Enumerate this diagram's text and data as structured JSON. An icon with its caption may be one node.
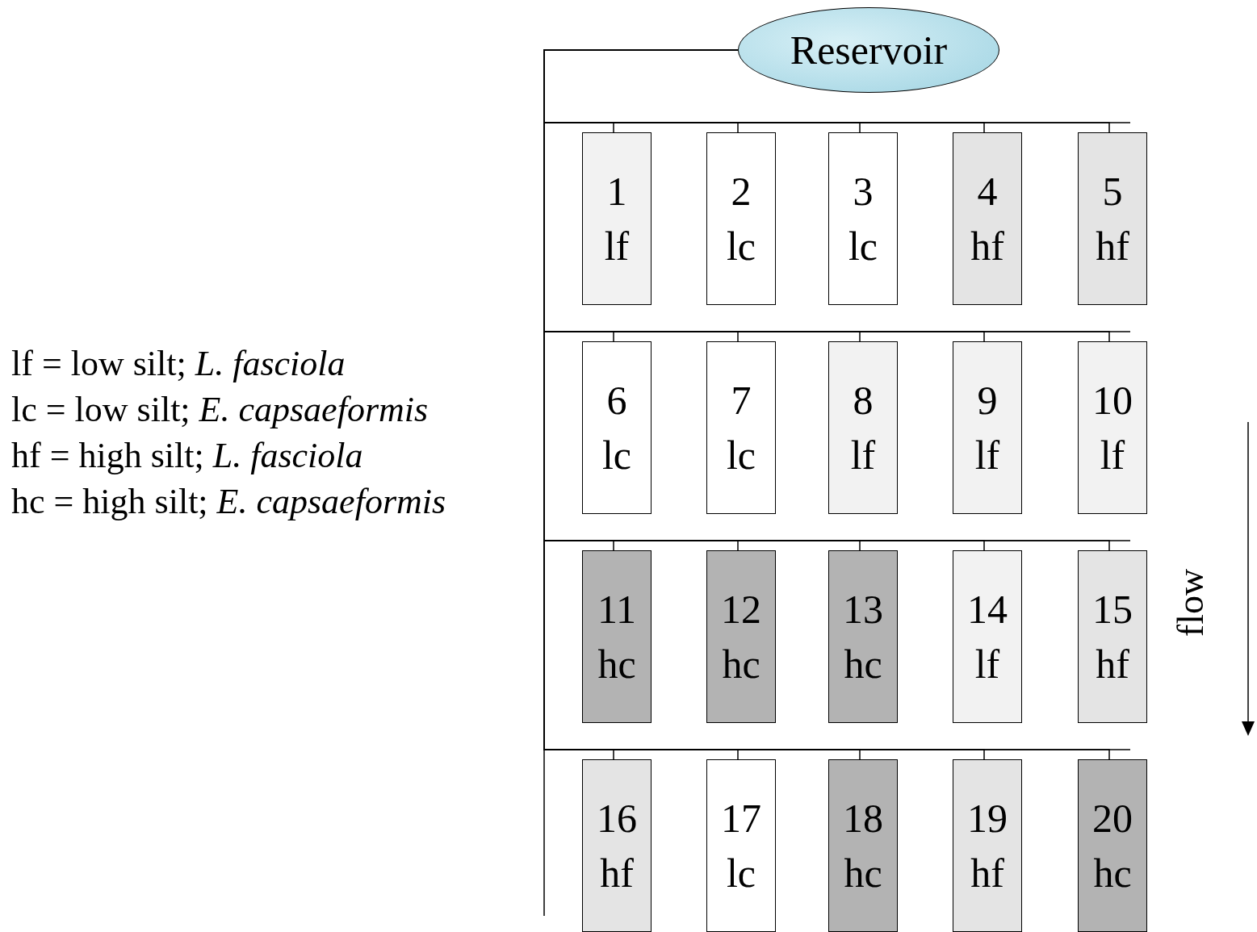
{
  "diagram": {
    "nodes": [
      {
        "text": [
          "Reservoir"
        ]
      },
      {
        "text": [
          "1",
          "lf"
        ]
      },
      {
        "text": [
          "2",
          "lc"
        ]
      },
      {
        "text": [
          "3",
          "lc"
        ]
      },
      {
        "text": [
          "4",
          "hf"
        ]
      },
      {
        "text": [
          "5",
          "hf"
        ]
      },
      {
        "text": [
          "6",
          "lc"
        ]
      },
      {
        "text": [
          "7",
          "lc"
        ]
      },
      {
        "text": [
          "8",
          "lf"
        ]
      },
      {
        "text": [
          "9",
          "lf"
        ]
      },
      {
        "text": [
          "10",
          "lf"
        ]
      },
      {
        "text": [
          "11",
          "hc"
        ]
      },
      {
        "text": [
          "12",
          "hc"
        ]
      },
      {
        "text": [
          "13",
          "hc"
        ]
      },
      {
        "text": [
          "14",
          "lf"
        ]
      },
      {
        "text": [
          "15",
          "hf"
        ]
      },
      {
        "text": [
          "16",
          "hf"
        ]
      },
      {
        "text": [
          "17",
          "lc"
        ]
      },
      {
        "text": [
          "18",
          "hc"
        ]
      },
      {
        "text": [
          "19",
          "hf"
        ]
      },
      {
        "text": [
          "20",
          "hc"
        ]
      }
    ],
    "edges": [
      {
        "from": 0,
        "to": 1,
        "arrow": "none"
      },
      {
        "from": 0,
        "to": 2,
        "arrow": "none"
      },
      {
        "from": 0,
        "to": 3,
        "arrow": "none"
      },
      {
        "from": 0,
        "to": 4,
        "arrow": "none"
      },
      {
        "from": 0,
        "to": 5,
        "arrow": "none"
      },
      {
        "from": 0,
        "to": 6,
        "arrow": "none"
      },
      {
        "from": 0,
        "to": 7,
        "arrow": "none"
      },
      {
        "from": 0,
        "to": 8,
        "arrow": "none"
      },
      {
        "from": 0,
        "to": 9,
        "arrow": "none"
      },
      {
        "from": 0,
        "to": 10,
        "arrow": "none"
      },
      {
        "from": 0,
        "to": 11,
        "arrow": "none"
      },
      {
        "from": 0,
        "to": 12,
        "arrow": "none"
      },
      {
        "from": 0,
        "to": 13,
        "arrow": "none"
      },
      {
        "from": 0,
        "to": 14,
        "arrow": "none"
      },
      {
        "from": 0,
        "to": 15,
        "arrow": "none"
      },
      {
        "from": 0,
        "to": 16,
        "arrow": "none"
      },
      {
        "from": 0,
        "to": 17,
        "arrow": "none"
      },
      {
        "from": 0,
        "to": 18,
        "arrow": "none"
      },
      {
        "from": 0,
        "to": 19,
        "arrow": "none"
      },
      {
        "from": 0,
        "to": 20,
        "arrow": "none"
      }
    ],
    "labels": [
      "lf = low silt; *L. fasciola*",
      "lc = low silt; *E. capsaeformis*",
      "hf = high silt; *L. fasciola*",
      "hc = high silt; *E. capsaeformis*",
      "flow"
    ]
  }
}
